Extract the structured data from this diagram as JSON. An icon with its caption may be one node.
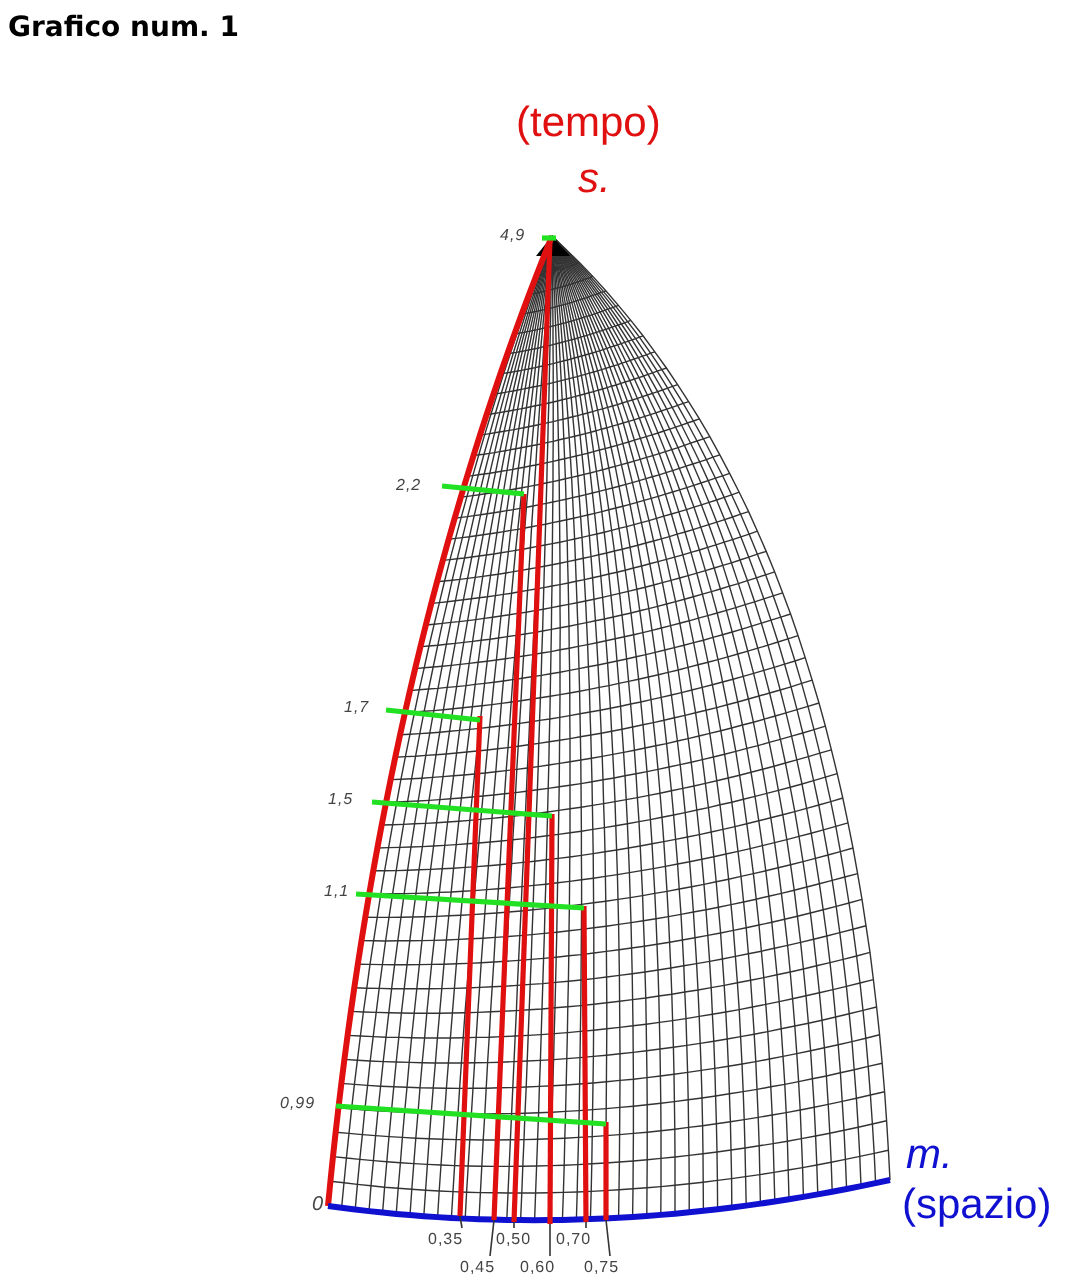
{
  "diagram": {
    "title": "Grafico num. 1",
    "labels": [
      "(tempo)",
      "s.",
      "4,9",
      "2,2",
      "1,7",
      "1,5",
      "1,1",
      "0,99",
      "0",
      "m.",
      "(spazio)",
      "0,35",
      "0,50",
      "0,70",
      "0,45",
      "0,60",
      "0,75"
    ]
  }
}
